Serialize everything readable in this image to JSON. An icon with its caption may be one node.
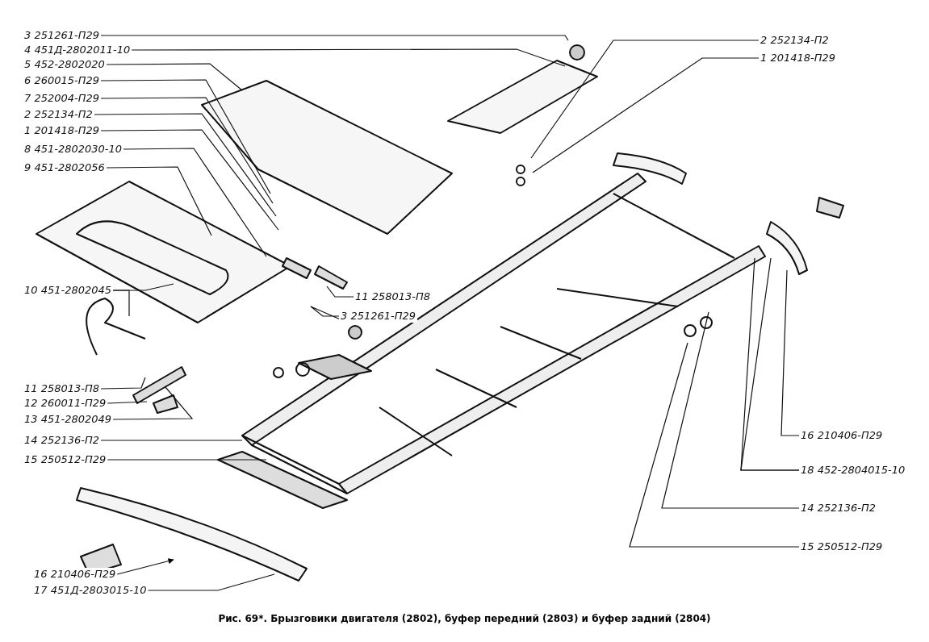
{
  "diagram": {
    "caption": "Рис. 69*. Брызговики двигателя (2802), буфер передний (2803) и буфер задний (2804)",
    "nodes": [
      {
        "text": [
          "3 251261-П29"
        ]
      },
      {
        "text": [
          "4 451Д-2802011-10"
        ]
      },
      {
        "text": [
          "5 452-2802020"
        ]
      },
      {
        "text": [
          "6 260015-П29"
        ]
      },
      {
        "text": [
          "7 252004-П29"
        ]
      },
      {
        "text": [
          "2 252134-П2"
        ]
      },
      {
        "text": [
          "1 201418-П29"
        ]
      },
      {
        "text": [
          "8 451-2802030-10"
        ]
      },
      {
        "text": [
          "9 451-2802056"
        ]
      },
      {
        "text": [
          "10 451-2802045"
        ]
      },
      {
        "text": [
          "2 252134-П2"
        ]
      },
      {
        "text": [
          "1 201418-П29"
        ]
      },
      {
        "text": [
          "11 258013-П8"
        ]
      },
      {
        "text": [
          "3 251261-П29"
        ]
      },
      {
        "text": [
          "11 258013-П8"
        ]
      },
      {
        "text": [
          "12 260011-П29"
        ]
      },
      {
        "text": [
          "13 451-2802049"
        ]
      },
      {
        "text": [
          "14 252136-П2"
        ]
      },
      {
        "text": [
          "15 250512-П29"
        ]
      },
      {
        "text": [
          "16 210406-П29"
        ]
      },
      {
        "text": [
          "18 452-2804015-10"
        ]
      },
      {
        "text": [
          "14 252136-П2"
        ]
      },
      {
        "text": [
          "15 250512-П29"
        ]
      },
      {
        "text": [
          "16 210406-П29"
        ]
      },
      {
        "text": [
          "17 451Д-2803015-10"
        ]
      }
    ],
    "edges": [
      {
        "from": 0,
        "to": null,
        "arrow": "none"
      },
      {
        "from": 1,
        "to": null,
        "arrow": "none"
      },
      {
        "from": 2,
        "to": null,
        "arrow": "none"
      },
      {
        "from": 3,
        "to": null,
        "arrow": "none"
      },
      {
        "from": 4,
        "to": null,
        "arrow": "none"
      },
      {
        "from": 5,
        "to": null,
        "arrow": "none"
      },
      {
        "from": 6,
        "to": null,
        "arrow": "none"
      },
      {
        "from": 7,
        "to": null,
        "arrow": "none"
      },
      {
        "from": 8,
        "to": null,
        "arrow": "none"
      },
      {
        "from": 9,
        "to": null,
        "arrow": "none"
      },
      {
        "from": 9,
        "to": null,
        "arrow": "none"
      },
      {
        "from": 10,
        "to": null,
        "arrow": "none"
      },
      {
        "from": 11,
        "to": null,
        "arrow": "none"
      },
      {
        "from": 12,
        "to": null,
        "arrow": "none"
      },
      {
        "from": 13,
        "to": null,
        "arrow": "none"
      },
      {
        "from": 14,
        "to": null,
        "arrow": "none"
      },
      {
        "from": 15,
        "to": null,
        "arrow": "none"
      },
      {
        "from": 16,
        "to": null,
        "arrow": "none"
      },
      {
        "from": 17,
        "to": null,
        "arrow": "none"
      },
      {
        "from": 18,
        "to": null,
        "arrow": "none"
      },
      {
        "from": 19,
        "to": null,
        "arrow": "none"
      },
      {
        "from": 20,
        "to": null,
        "arrow": "none"
      },
      {
        "from": 20,
        "to": null,
        "arrow": "none"
      },
      {
        "from": 21,
        "to": null,
        "arrow": "none"
      },
      {
        "from": 22,
        "to": null,
        "arrow": "none"
      },
      {
        "from": 23,
        "to": null,
        "arrow": "to"
      },
      {
        "from": 24,
        "to": null,
        "arrow": "none"
      }
    ]
  }
}
